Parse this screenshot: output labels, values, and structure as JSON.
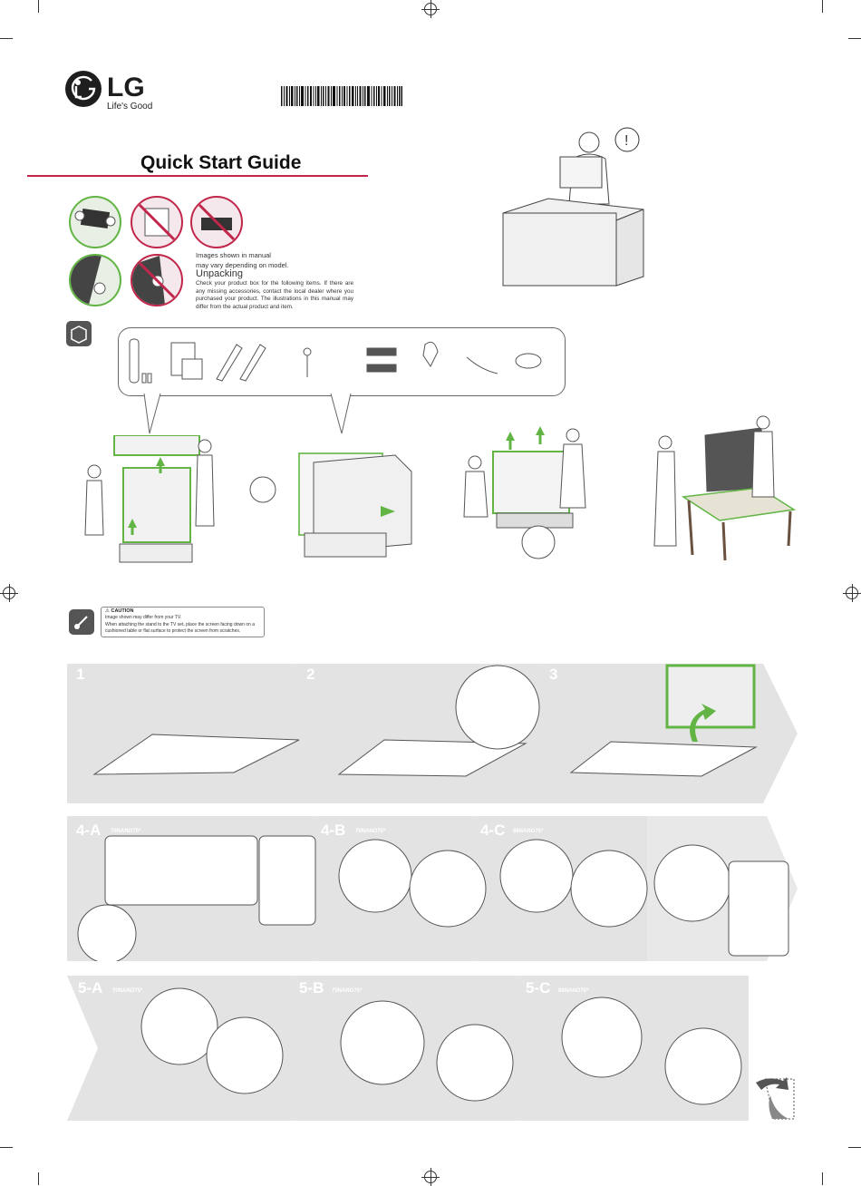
{
  "header": {
    "brand": "LG",
    "tagline": "Life's Good",
    "title": "Quick Start Guide"
  },
  "intro": {
    "image_note": "Images shown in manual\nmay vary depending on model.",
    "unpacking_heading": "Unpacking",
    "unpacking_text": "Check your product box for the following items. If there are any missing accessories, contact the local dealer where you purchased your product. The illustrations in this manual may differ from the actual product and item."
  },
  "caution": {
    "heading": "CAUTION",
    "line1": "Image shown may differ from your TV.",
    "line2": "When attaching the stand to the TV set, place the screen facing down on a cushioned table or flat surface to protect the screen from scratches."
  },
  "steps": [
    {
      "label": "1",
      "models": ""
    },
    {
      "label": "2",
      "models": ""
    },
    {
      "label": "3",
      "models": ""
    },
    {
      "label": "4-A",
      "models": "70NANO75*"
    },
    {
      "label": "4-B",
      "models": "75NANO75*"
    },
    {
      "label": "4-C",
      "models": "86NANO75*"
    },
    {
      "label": "5-A",
      "models": "70NANO75*"
    },
    {
      "label": "5-B",
      "models": "75NANO75*"
    },
    {
      "label": "5-C",
      "models": "86NANO75*"
    }
  ],
  "icons": [
    "lg-logo-icon",
    "barcode",
    "warning-icon",
    "box-icon",
    "cleaning-icon",
    "lock-icon",
    "unlock-icon",
    "page-turn-icon"
  ],
  "colors": {
    "accent_green": "#62b544",
    "accent_red": "#c1264b",
    "panel_gray": "#e3e3e3",
    "icon_gray": "#555555"
  }
}
